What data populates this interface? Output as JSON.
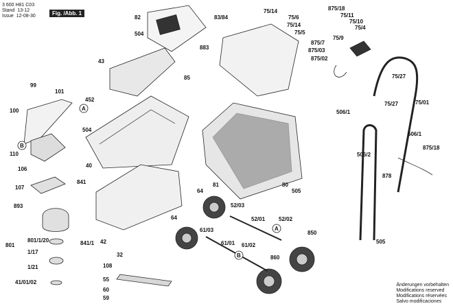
{
  "header": {
    "doc_number": "3 600 H81 C03",
    "stand_label": "Stand",
    "issue_label": "Issue",
    "stand_value": "13-12",
    "issue_value": "12-08-30",
    "figure_label": "Fig. /Abb. 1"
  },
  "footer": {
    "lines": [
      "Änderungen vorbehalten",
      "Modifications reserved",
      "Modifications réservées",
      "Salvo modificaciones"
    ]
  },
  "callouts": [
    {
      "id": "82",
      "label": "82"
    },
    {
      "id": "504a",
      "label": "504"
    },
    {
      "id": "43",
      "label": "43"
    },
    {
      "id": "85",
      "label": "85"
    },
    {
      "id": "452",
      "label": "452"
    },
    {
      "id": "504b",
      "label": "504"
    },
    {
      "id": "40",
      "label": "40"
    },
    {
      "id": "99",
      "label": "99"
    },
    {
      "id": "101",
      "label": "101"
    },
    {
      "id": "100",
      "label": "100"
    },
    {
      "id": "110",
      "label": "110"
    },
    {
      "id": "106",
      "label": "106"
    },
    {
      "id": "107",
      "label": "107"
    },
    {
      "id": "841",
      "label": "841"
    },
    {
      "id": "893",
      "label": "893"
    },
    {
      "id": "801",
      "label": "801"
    },
    {
      "id": "801_1_20",
      "label": "801/1/20"
    },
    {
      "id": "1_17",
      "label": "1/17"
    },
    {
      "id": "1_21",
      "label": "1/21"
    },
    {
      "id": "41_01_02",
      "label": "41/01/02"
    },
    {
      "id": "841_1",
      "label": "841/1"
    },
    {
      "id": "42",
      "label": "42"
    },
    {
      "id": "32",
      "label": "32"
    },
    {
      "id": "108",
      "label": "108"
    },
    {
      "id": "55",
      "label": "55"
    },
    {
      "id": "60",
      "label": "60"
    },
    {
      "id": "59",
      "label": "59"
    },
    {
      "id": "83_84",
      "label": "83/84"
    },
    {
      "id": "883",
      "label": "883"
    },
    {
      "id": "81",
      "label": "81"
    },
    {
      "id": "80",
      "label": "80"
    },
    {
      "id": "64a",
      "label": "64"
    },
    {
      "id": "64b",
      "label": "64"
    },
    {
      "id": "52_03",
      "label": "52/03"
    },
    {
      "id": "52_01",
      "label": "52/01"
    },
    {
      "id": "52_02",
      "label": "52/02"
    },
    {
      "id": "61_03",
      "label": "61/03"
    },
    {
      "id": "61_01",
      "label": "61/01"
    },
    {
      "id": "61_02",
      "label": "61/02"
    },
    {
      "id": "850",
      "label": "850"
    },
    {
      "id": "860",
      "label": "860"
    },
    {
      "id": "505a",
      "label": "505"
    },
    {
      "id": "505b",
      "label": "505"
    },
    {
      "id": "75_14a",
      "label": "75/14"
    },
    {
      "id": "75_6",
      "label": "75/6"
    },
    {
      "id": "75_14b",
      "label": "75/14"
    },
    {
      "id": "75_5",
      "label": "75/5"
    },
    {
      "id": "875_18a",
      "label": "875/18"
    },
    {
      "id": "75_11",
      "label": "75/11"
    },
    {
      "id": "75_10",
      "label": "75/10"
    },
    {
      "id": "75_4",
      "label": "75/4"
    },
    {
      "id": "75_9",
      "label": "75/9"
    },
    {
      "id": "875_7",
      "label": "875/7"
    },
    {
      "id": "875_03",
      "label": "875/03"
    },
    {
      "id": "875_02",
      "label": "875/02"
    },
    {
      "id": "75_27a",
      "label": "75/27"
    },
    {
      "id": "75_27b",
      "label": "75/27"
    },
    {
      "id": "75_01",
      "label": "75/01"
    },
    {
      "id": "506_1a",
      "label": "506/1"
    },
    {
      "id": "506_1b",
      "label": "506/1"
    },
    {
      "id": "506_2",
      "label": "506/2"
    },
    {
      "id": "875_18b",
      "label": "875/18"
    },
    {
      "id": "878",
      "label": "878"
    }
  ],
  "markers": [
    {
      "id": "A1",
      "label": "A"
    },
    {
      "id": "B1",
      "label": "B"
    },
    {
      "id": "A2",
      "label": "A"
    },
    {
      "id": "B2",
      "label": "B"
    }
  ]
}
